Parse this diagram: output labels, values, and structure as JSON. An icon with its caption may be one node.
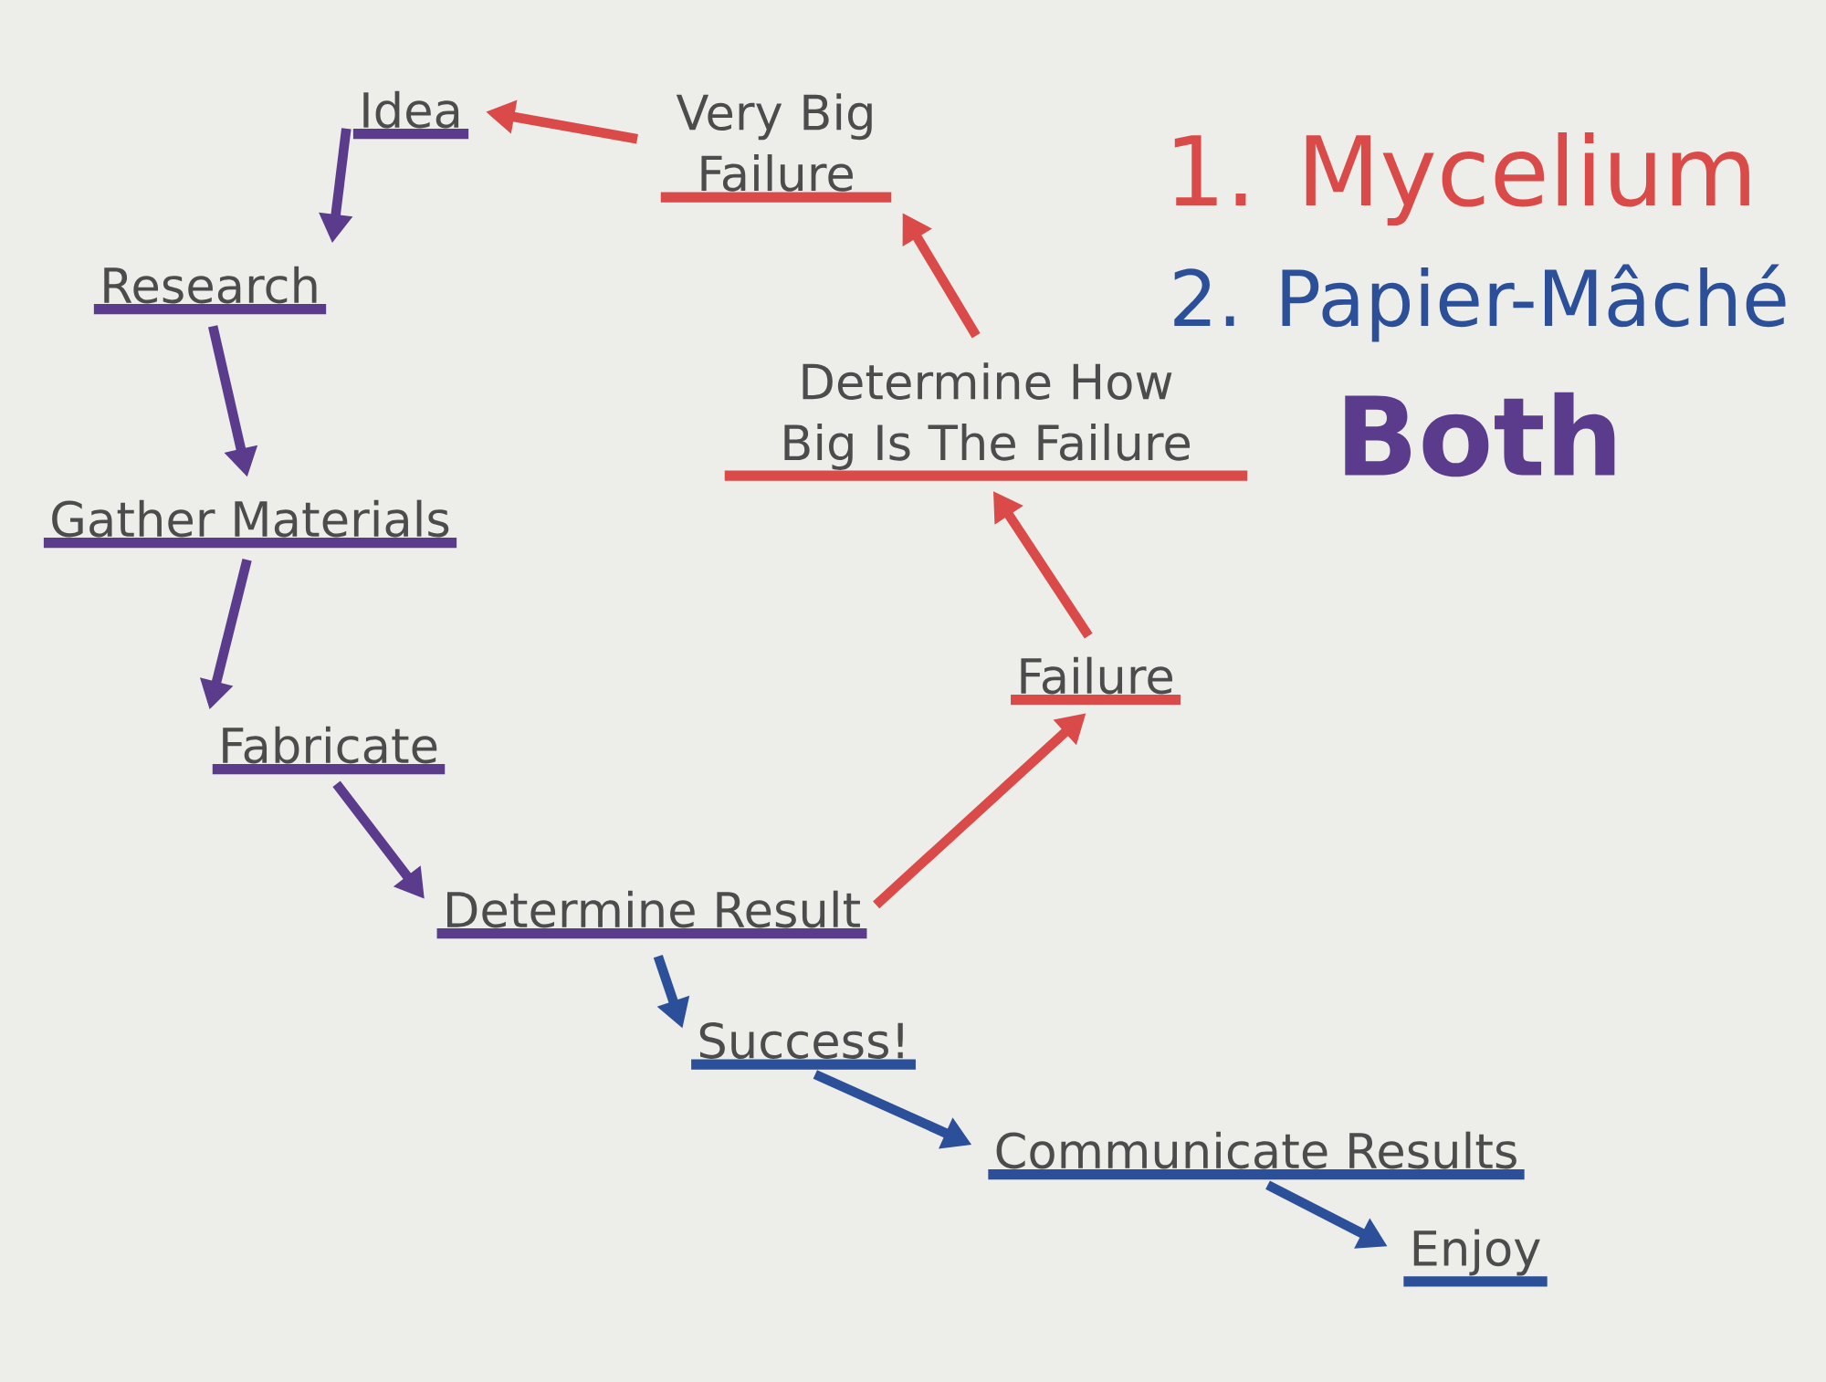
{
  "diagram": {
    "nodes": [
      {
        "text": [
          "Idea"
        ]
      },
      {
        "text": [
          "Research"
        ]
      },
      {
        "text": [
          "Gather Materials"
        ]
      },
      {
        "text": [
          "Fabricate"
        ]
      },
      {
        "text": [
          "Determine Result"
        ]
      },
      {
        "text": [
          "Success!"
        ]
      },
      {
        "text": [
          "Communicate Results"
        ]
      },
      {
        "text": [
          "Enjoy"
        ]
      },
      {
        "text": [
          "Failure"
        ]
      },
      {
        "text": [
          "Determine How Big Is The Failure"
        ]
      },
      {
        "text": [
          "Very Big Failure"
        ]
      }
    ],
    "edges": [
      {
        "from": 0,
        "to": 1,
        "arrow": "to"
      },
      {
        "from": 1,
        "to": 2,
        "arrow": "to"
      },
      {
        "from": 2,
        "to": 3,
        "arrow": "to"
      },
      {
        "from": 3,
        "to": 4,
        "arrow": "to"
      },
      {
        "from": 4,
        "to": 5,
        "arrow": "to",
        "color": "#2b4f98"
      },
      {
        "from": 5,
        "to": 6,
        "arrow": "to",
        "color": "#2b4f98"
      },
      {
        "from": 6,
        "to": 7,
        "arrow": "to",
        "color": "#2b4f98"
      },
      {
        "from": 4,
        "to": 8,
        "arrow": "to",
        "color": "#d94a48"
      },
      {
        "from": 8,
        "to": 9,
        "arrow": "to",
        "color": "#d94a48"
      },
      {
        "from": 9,
        "to": 10,
        "arrow": "to",
        "color": "#d94a48"
      },
      {
        "from": 10,
        "to": 0,
        "arrow": "to",
        "color": "#d94a48"
      }
    ],
    "legend": [
      {
        "text": "1. Mycelium",
        "color": "#d94a48"
      },
      {
        "text": "2. Papier-Mâché",
        "color": "#2b4f98"
      },
      {
        "text": "Both",
        "color": "#5b3c8c"
      }
    ]
  }
}
